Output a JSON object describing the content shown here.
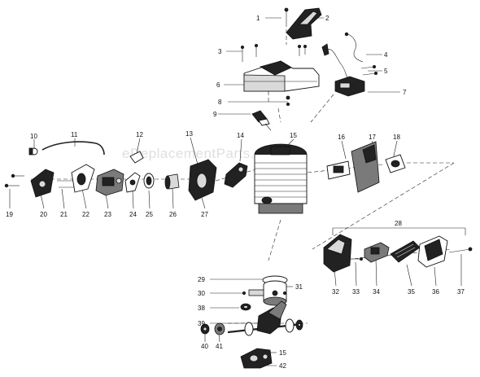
{
  "watermark": "eReplacementParts.com",
  "callouts": [
    "1",
    "2",
    "3",
    "4",
    "5",
    "6",
    "7",
    "8",
    "9",
    "10",
    "11",
    "12",
    "13",
    "14",
    "15",
    "16",
    "17",
    "18",
    "19",
    "20",
    "21",
    "22",
    "23",
    "24",
    "25",
    "26",
    "27",
    "28",
    "29",
    "30",
    "31",
    "32",
    "33",
    "34",
    "35",
    "36",
    "37",
    "38",
    "39",
    "40",
    "41",
    "15",
    "42"
  ]
}
